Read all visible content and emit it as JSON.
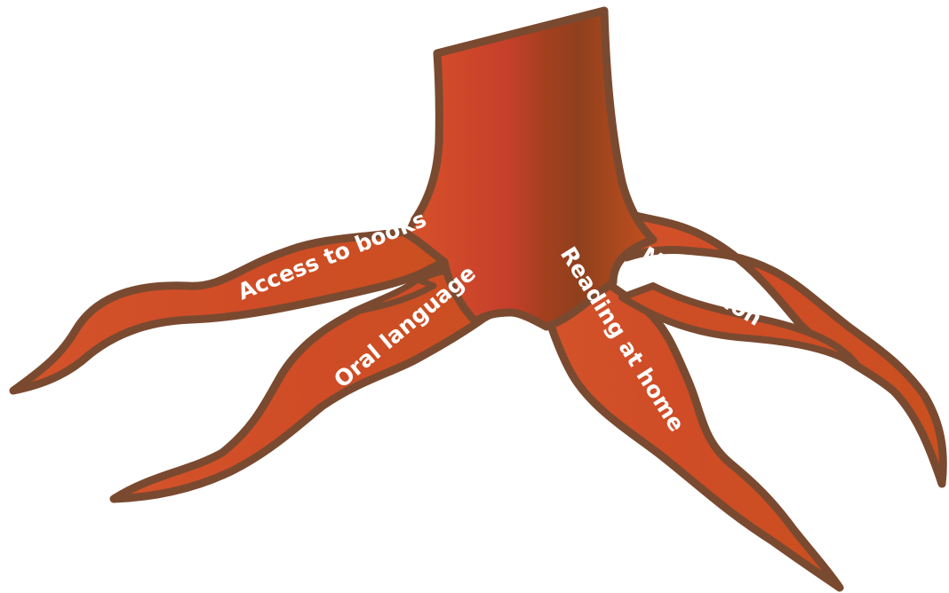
{
  "diagram": {
    "labels": {
      "access_to_books": "Access to books",
      "oral_language": "Oral language",
      "reading_at_home": "Reading at home",
      "motivation": "Motivation"
    },
    "colors": {
      "outline": "#7a4a30",
      "fill_light": "#d8502a",
      "fill_mid": "#c63f2b",
      "fill_dark": "#96401e",
      "text": "#ffffff",
      "background": "#ffffff"
    }
  }
}
